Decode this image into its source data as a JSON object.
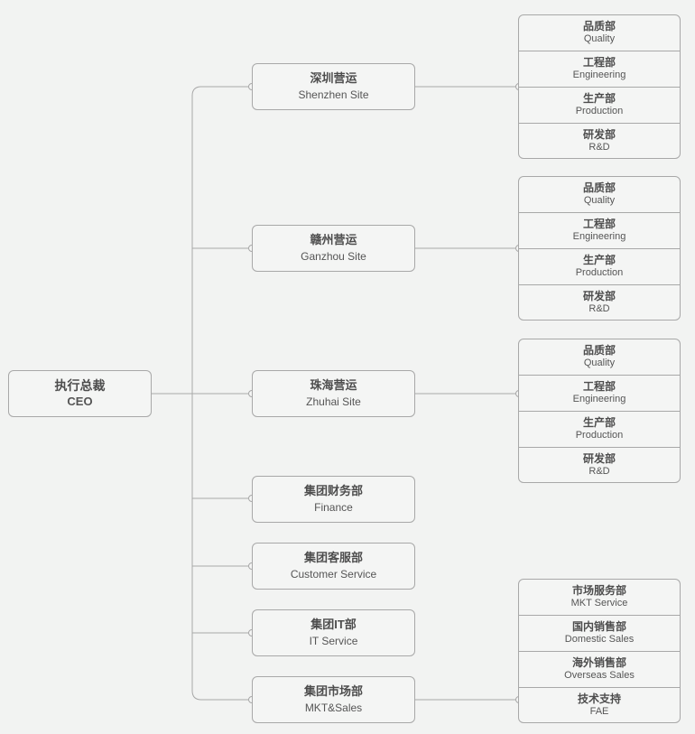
{
  "ceo": {
    "zh": "执行总裁",
    "en": "CEO"
  },
  "units": [
    {
      "zh": "深圳营运",
      "en": "Shenzhen Site"
    },
    {
      "zh": "赣州营运",
      "en": "Ganzhou Site"
    },
    {
      "zh": "珠海营运",
      "en": "Zhuhai Site"
    },
    {
      "zh": "集团财务部",
      "en": "Finance"
    },
    {
      "zh": "集团客服部",
      "en": "Customer Service"
    },
    {
      "zh": "集团IT部",
      "en": "IT Service"
    },
    {
      "zh": "集团市场部",
      "en": "MKT&Sales"
    }
  ],
  "site_departments": [
    {
      "zh": "品质部",
      "en": "Quality"
    },
    {
      "zh": "工程部",
      "en": "Engineering"
    },
    {
      "zh": "生产部",
      "en": "Production"
    },
    {
      "zh": "研发部",
      "en": "R&D"
    }
  ],
  "sales_departments": [
    {
      "zh": "市场服务部",
      "en": "MKT Service"
    },
    {
      "zh": "国内销售部",
      "en": "Domestic Sales"
    },
    {
      "zh": "海外销售部",
      "en": "Overseas Sales"
    },
    {
      "zh": "技术支持",
      "en": "FAE"
    }
  ],
  "colors": {
    "line": "#a8a8a8",
    "box_border": "#a8a8a8",
    "background": "#f2f3f2"
  }
}
